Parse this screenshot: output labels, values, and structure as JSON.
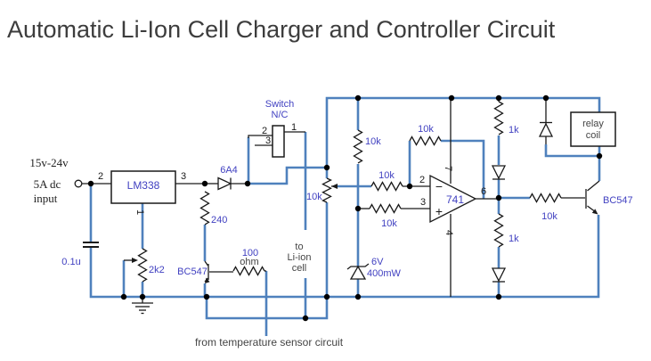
{
  "title": "Automatic Li-Ion Cell Charger and Controller Circuit",
  "colors": {
    "wire": "#4f81bd",
    "label": "#4141c1",
    "component": "#1a1a1a",
    "text_dark": "#444444"
  },
  "input": {
    "voltage": "15v-24v",
    "current": "5A dc",
    "label": "input",
    "pin": "2"
  },
  "regulator": {
    "name": "LM338",
    "pin_out": "3",
    "pin_adj": "1"
  },
  "capacitor": {
    "value": "0.1u"
  },
  "pot_adjust": {
    "value": "2k2"
  },
  "diode_series": {
    "value": "6A4"
  },
  "resistor_program": {
    "value": "240"
  },
  "transistor_shunt": {
    "value": "BC547"
  },
  "resistor_temp": {
    "line1": "100",
    "line2": "ohm"
  },
  "switch": {
    "name": "Switch",
    "type": "N/C",
    "pin_top": "2",
    "pin_mid": "3",
    "pin_out": "1"
  },
  "output": {
    "line1": "to",
    "line2": "Li-ion",
    "line3": "cell"
  },
  "note_temp": "from temperature sensor circuit",
  "pot_sense": {
    "value": "10k"
  },
  "resistor_divider": {
    "value": "10k"
  },
  "zener": {
    "line1": "6V",
    "line2": "400mW"
  },
  "resistor_feedback": {
    "value": "10k"
  },
  "resistor_inverting": {
    "value": "10k"
  },
  "resistor_noninverting": {
    "value": "10k"
  },
  "opamp": {
    "name": "741",
    "minus": "−",
    "plus": "+",
    "pin_inv": "2",
    "pin_noninv": "3",
    "pin_out": "6",
    "pin_vplus": "7",
    "pin_vminus": "4"
  },
  "resistor_pullup": {
    "value": "1k"
  },
  "resistor_load": {
    "value": "1k"
  },
  "resistor_base": {
    "value": "10k"
  },
  "transistor_driver": {
    "value": "BC547"
  },
  "relay": {
    "line1": "relay",
    "line2": "coil"
  }
}
